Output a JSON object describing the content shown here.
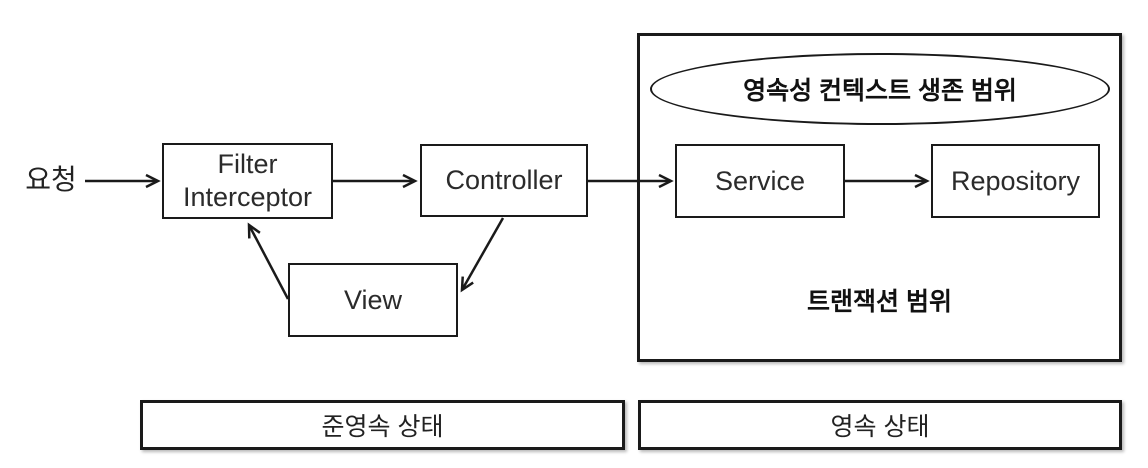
{
  "diagram": {
    "request_label": "요청",
    "nodes": {
      "filter": {
        "line1": "Filter",
        "line2": "Interceptor"
      },
      "controller": {
        "label": "Controller"
      },
      "view": {
        "label": "View"
      },
      "service": {
        "label": "Service"
      },
      "repository": {
        "label": "Repository"
      }
    },
    "persistence_context_scope": {
      "label": "영속성 컨텍스트 생존 범위"
    },
    "transaction_scope": {
      "label": "트랜잭션 범위"
    },
    "states": {
      "detached": {
        "label": "준영속 상태"
      },
      "persistent": {
        "label": "영속 상태"
      }
    },
    "edges": [
      {
        "from": "요청",
        "to": "Filter Interceptor"
      },
      {
        "from": "Filter Interceptor",
        "to": "Controller"
      },
      {
        "from": "Controller",
        "to": "Service"
      },
      {
        "from": "Service",
        "to": "Repository"
      },
      {
        "from": "Controller",
        "to": "View"
      },
      {
        "from": "View",
        "to": "Filter Interceptor"
      }
    ],
    "colors": {
      "stroke": "#1a1a1a",
      "text": "#2b2b2b",
      "bold_text": "#111111",
      "background": "#ffffff"
    }
  }
}
